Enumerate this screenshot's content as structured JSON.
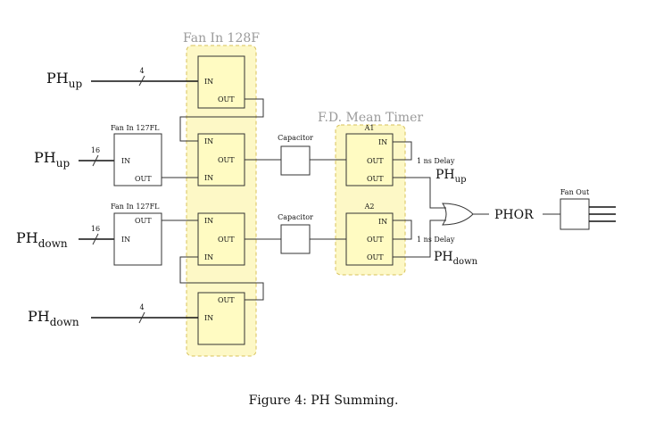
{
  "groups": {
    "fanin128": "Fan In 128F",
    "meantimer": "F.D. Mean Timer"
  },
  "inputs": {
    "ph_up_1": {
      "base": "PH",
      "sub": "up",
      "width": "4"
    },
    "ph_up_2": {
      "base": "PH",
      "sub": "up",
      "width": "16"
    },
    "ph_down_1": {
      "base": "PH",
      "sub": "down",
      "width": "16"
    },
    "ph_down_2": {
      "base": "PH",
      "sub": "down",
      "width": "4"
    }
  },
  "fanin127_top": {
    "title": "Fan In 127FL",
    "in": "IN",
    "out": "OUT"
  },
  "fanin127_bottom": {
    "title": "Fan In 127FL",
    "out": "OUT",
    "in": "IN"
  },
  "fan128_boxes": {
    "b1": {
      "in": "IN",
      "out": "OUT"
    },
    "b2": {
      "in1": "IN",
      "out": "OUT",
      "in2": "IN"
    },
    "b3": {
      "in1": "IN",
      "out": "OUT",
      "in2": "IN"
    },
    "b4": {
      "out": "OUT",
      "in": "IN"
    }
  },
  "capacitor": {
    "top": "Capacitor",
    "bottom": "Capacitor"
  },
  "mean_timer": {
    "a1": {
      "title": "A1",
      "in": "IN",
      "out1": "OUT",
      "out2": "OUT",
      "delay": "1 ns Delay"
    },
    "a2": {
      "title": "A2",
      "in": "IN",
      "out1": "OUT",
      "out2": "OUT",
      "delay": "1 ns Delay"
    }
  },
  "or_outputs": {
    "up": {
      "base": "PH",
      "sub": "up"
    },
    "down": {
      "base": "PH",
      "sub": "down"
    }
  },
  "phor": "PHOR",
  "fan_out": "Fan Out",
  "caption": "Figure 4: PH Summing."
}
